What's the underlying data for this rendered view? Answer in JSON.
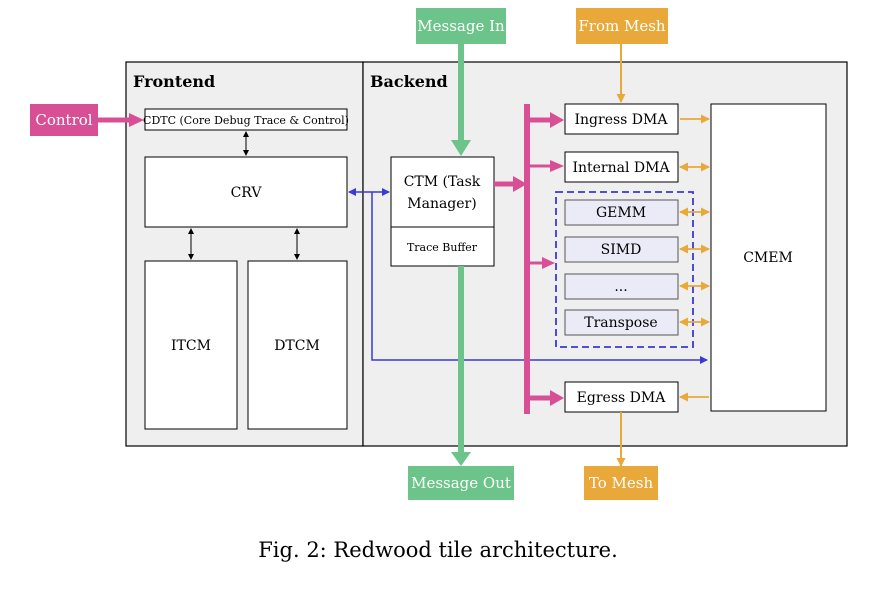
{
  "labels": {
    "frontend": "Frontend",
    "backend": "Backend",
    "control": "Control",
    "message_in": "Message In",
    "from_mesh": "From Mesh",
    "message_out": "Message Out",
    "to_mesh": "To Mesh",
    "cdtc": "CDTC (Core Debug Trace & Control)",
    "crv": "CRV",
    "itcm": "ITCM",
    "dtcm": "DTCM",
    "ctm_line1": "CTM (Task",
    "ctm_line2": "Manager)",
    "trace_buffer": "Trace Buffer",
    "ingress_dma": "Ingress DMA",
    "internal_dma": "Internal DMA",
    "gemm": "GEMM",
    "simd": "SIMD",
    "ellipsis": "...",
    "transpose": "Transpose",
    "egress_dma": "Egress DMA",
    "cmem": "CMEM"
  },
  "caption": "Fig. 2: Redwood tile architecture.",
  "colors": {
    "control": "#d94f96",
    "message": "#6cc48a",
    "mesh": "#e8a83a",
    "blue": "#3a3ad4",
    "unit_fill": "#ebebf8",
    "container_fill": "#efefef"
  }
}
